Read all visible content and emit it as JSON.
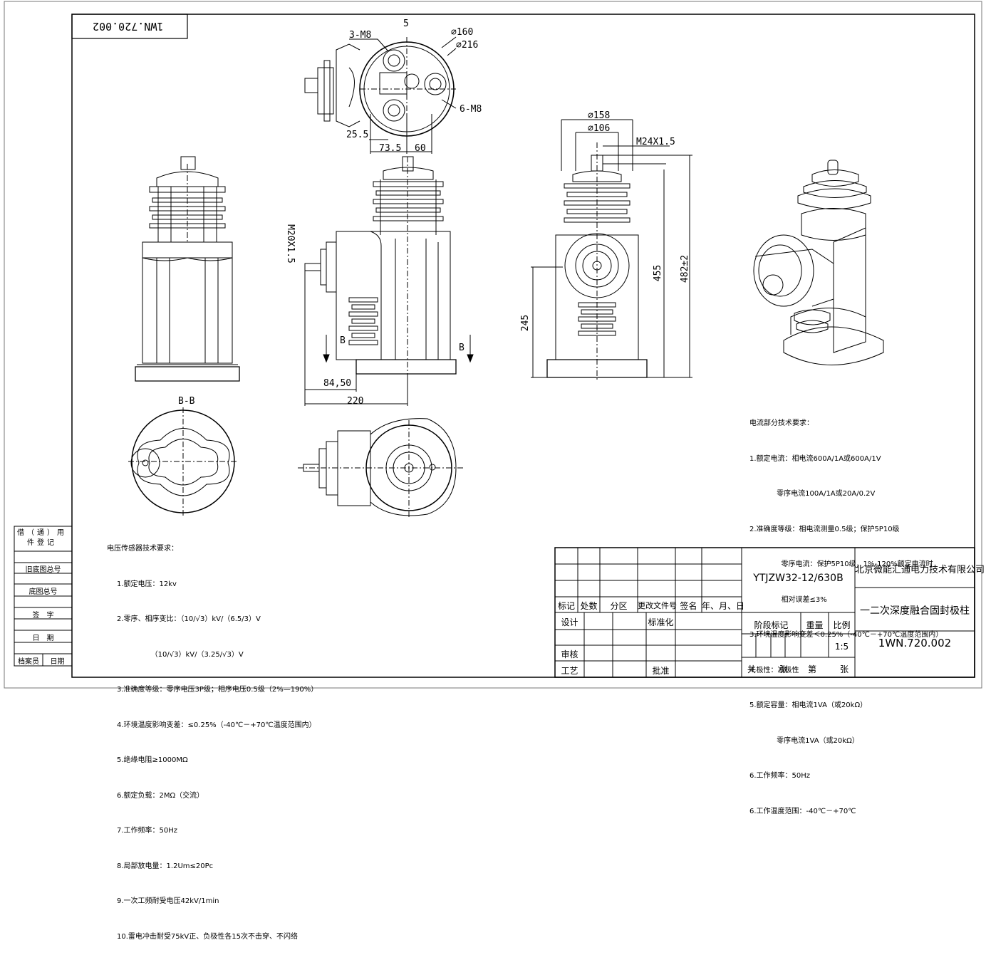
{
  "drawing_number_stamp": "1WN.720.002",
  "dims": {
    "top_3m8": "3-M8",
    "top_5": "5",
    "top_d160": "⌀160",
    "top_d216": "⌀216",
    "top_6m8": "6-M8",
    "top_25_5": "25.5",
    "top_73_5": "73.5",
    "top_60": "60",
    "d158": "⌀158",
    "d106": "⌀106",
    "m24": "M24X1.5",
    "h455": "455",
    "h482": "482±2",
    "h245": "245",
    "m20": "M20X1.5",
    "d84_50": "84,50",
    "d220": "220",
    "sec_b_left": "B",
    "sec_b_right": "B",
    "bb_title": "B-B"
  },
  "voltage_notes": {
    "title": "电压传感器技术要求：",
    "lines": [
      "1.额定电压：12kv",
      "2.零序、相序变比：（10/√3）kV/（6.5/3）V",
      "               （10/√3）kV/（3.25/√3）V",
      "3.准确度等级：零序电压3P级；相序电压0.5级（2%—190%）",
      "4.环境温度影响变差：≤0.25%（-40℃－+70℃温度范围内）",
      "5.绝缘电阻≥1000MΩ",
      "6.额定负载：2MΩ（交流）",
      "7.工作频率：50Hz",
      "8.局部放电量：1.2Um≤20Pc",
      "9.一次工频耐受电压42kV/1min",
      "10.雷电冲击耐受75kV正、负极性各15次不击穿、不闪络"
    ]
  },
  "current_notes": {
    "title": "电流部分技术要求：",
    "lines": [
      "1.额定电流：相电流600A/1A或600A/1V",
      "            零序电流100A/1A或20A/0.2V",
      "2.准确度等级：相电流测量0.5级；保护5P10级",
      "              零序电流：保护5P10级，1%-120%额定电流时",
      "              相对误差≤3%",
      "3.环境温度影响变差＜0.25%（-40℃－+70℃温度范围内）",
      "4.极性：减极性",
      "5.额定容量：相电流1VA（或20kΩ）",
      "            零序电流1VA（或20kΩ）",
      "6.工作频率：50Hz",
      "6.工作温度范围：-40℃－+70℃"
    ]
  },
  "left_stamps": {
    "used_with": "借（通）用件登记",
    "old_base": "旧底图总号",
    "base_no": "底图总号",
    "sign": "签　字",
    "date": "日　期",
    "archivist": "档案员",
    "date2": "日期"
  },
  "title_block": {
    "model": "YTJZW32-12/630B",
    "company": "北京微能汇通电力技术有限公司",
    "product_name": "一二次深度融合固封极柱",
    "drawing_no": "1WN.720.002",
    "rev_headers": [
      "标记",
      "处数",
      "分区",
      "更改文件号",
      "签名",
      "年、月、日"
    ],
    "design": "设计",
    "standardize": "标准化",
    "stage_mark": "阶段标记",
    "weight": "重量",
    "scale": "比例",
    "scale_value": "1:5",
    "review": "审核",
    "craft": "工艺",
    "approve": "批准",
    "total": "共",
    "sheets": "张",
    "sheet_no": "第",
    "sheets2": "张"
  }
}
